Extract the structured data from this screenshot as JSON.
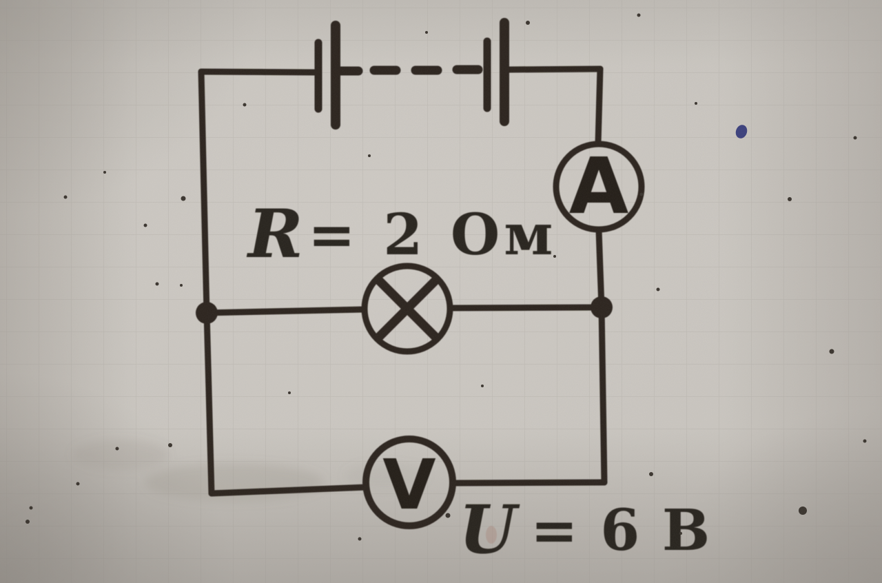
{
  "figure": {
    "type": "electric-circuit-diagram",
    "components": [
      "battery-of-cells",
      "ammeter",
      "incandescent-lamp",
      "voltmeter"
    ],
    "labels": {
      "ammeter": "A",
      "voltmeter": "V",
      "resistance": {
        "symbol": "R",
        "rest": "= 2 Ом",
        "full": "R = 2 Ом"
      },
      "voltage": {
        "symbol": "U",
        "rest": "= 6 В",
        "full": "U = 6 В"
      }
    }
  },
  "colors": {
    "paper": "#c9c5bf",
    "ink": "#2a241f",
    "blue_ink_dot": "#2e3376"
  }
}
